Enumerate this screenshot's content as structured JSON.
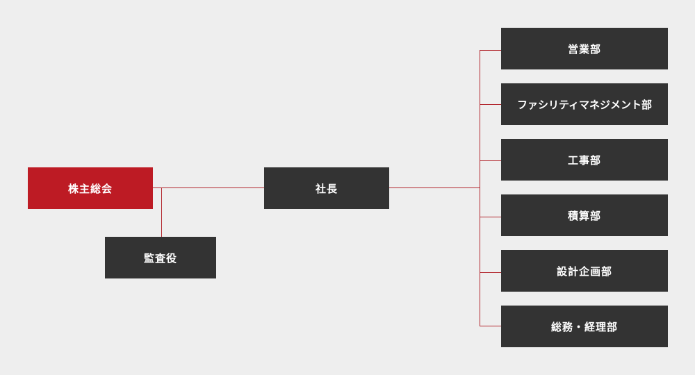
{
  "colors": {
    "background": "#eeeeee",
    "box_dark": "#333333",
    "box_accent": "#bd1b24",
    "connector": "#b2262d",
    "text": "#ffffff"
  },
  "nodes": {
    "shareholders": "株主総会",
    "auditor": "監査役",
    "president": "社長",
    "departments": [
      "営業部",
      "ファシリティマネジメント部",
      "工事部",
      "積算部",
      "設計企画部",
      "総務・経理部"
    ]
  }
}
